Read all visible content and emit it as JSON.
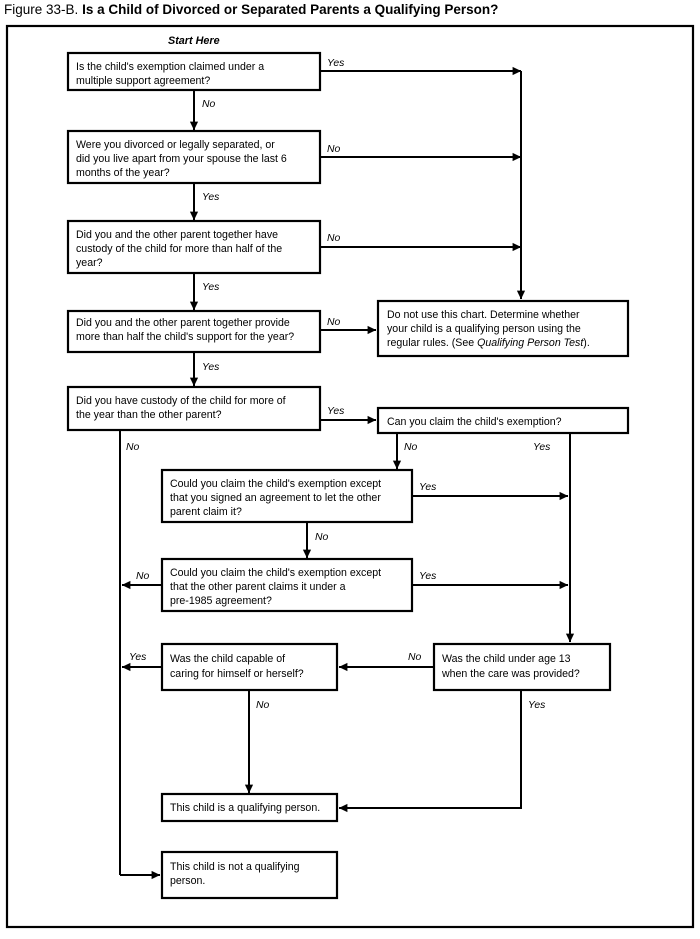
{
  "figure": {
    "number": "Figure 33-B.",
    "title": "Is a Child of Divorced or Separated Parents a Qualifying Person?"
  },
  "start_label": "Start Here",
  "chart_data": {
    "type": "diagram",
    "title": "Is a Child of Divorced or Separated Parents a Qualifying Person?",
    "nodes": [
      {
        "id": "q1",
        "kind": "decision",
        "lines": [
          "Is the child's exemption claimed under a",
          "multiple support agreement?"
        ]
      },
      {
        "id": "q2",
        "kind": "decision",
        "lines": [
          "Were you divorced or legally separated, or",
          "did you live apart from your spouse the last 6",
          "months of the year?"
        ]
      },
      {
        "id": "q3",
        "kind": "decision",
        "lines": [
          "Did you and the other parent together have",
          "custody of the child for more than half of the",
          "year?"
        ]
      },
      {
        "id": "q4",
        "kind": "decision",
        "lines": [
          "Did you and the other parent together provide",
          "more than half the child's support for the year?"
        ]
      },
      {
        "id": "q5",
        "kind": "decision",
        "lines": [
          "Did you have custody of the child for more of",
          "the year than the other parent?"
        ]
      },
      {
        "id": "r1",
        "kind": "terminal",
        "lines": [
          "Do not use this chart. Determine whether",
          "your child is a qualifying person using the",
          "regular rules. (See Qualifying Person Test)."
        ],
        "italic_run": "Qualifying Person Test"
      },
      {
        "id": "q6",
        "kind": "decision",
        "lines": [
          "Can you claim the child's exemption?"
        ]
      },
      {
        "id": "q7",
        "kind": "decision",
        "lines": [
          "Could you claim the child's exemption except",
          "that you signed an agreement to let the other",
          "parent claim it?"
        ]
      },
      {
        "id": "q8",
        "kind": "decision",
        "lines": [
          "Could you claim the child's exemption except",
          "that the other parent claims it under a",
          "pre-1985 agreement?"
        ]
      },
      {
        "id": "q9",
        "kind": "decision",
        "lines": [
          "Was the child under age 13",
          "when the care was provided?"
        ]
      },
      {
        "id": "q10",
        "kind": "decision",
        "lines": [
          "Was the child capable of",
          "caring for himself or herself?"
        ]
      },
      {
        "id": "r2",
        "kind": "terminal",
        "lines": [
          "This child is a qualifying person."
        ]
      },
      {
        "id": "r3",
        "kind": "terminal",
        "lines": [
          "This child is not a qualifying",
          "person."
        ]
      }
    ],
    "edges": [
      {
        "from": "q1",
        "to": "r1",
        "label": "Yes"
      },
      {
        "from": "q1",
        "to": "q2",
        "label": "No"
      },
      {
        "from": "q2",
        "to": "r1",
        "label": "No"
      },
      {
        "from": "q2",
        "to": "q3",
        "label": "Yes"
      },
      {
        "from": "q3",
        "to": "r1",
        "label": "No"
      },
      {
        "from": "q3",
        "to": "q4",
        "label": "Yes"
      },
      {
        "from": "q4",
        "to": "r1",
        "label": "No"
      },
      {
        "from": "q4",
        "to": "q5",
        "label": "Yes"
      },
      {
        "from": "q5",
        "to": "q6",
        "label": "Yes"
      },
      {
        "from": "q5",
        "to": "r3",
        "label": "No"
      },
      {
        "from": "q6",
        "to": "q7",
        "label": "No"
      },
      {
        "from": "q6",
        "to": "q9",
        "label": "Yes"
      },
      {
        "from": "q7",
        "to": "q9",
        "label": "Yes"
      },
      {
        "from": "q7",
        "to": "q8",
        "label": "No"
      },
      {
        "from": "q8",
        "to": "q9",
        "label": "Yes"
      },
      {
        "from": "q8",
        "to": "r3",
        "label": "No"
      },
      {
        "from": "q9",
        "to": "q10",
        "label": "No"
      },
      {
        "from": "q9",
        "to": "r2",
        "label": "Yes"
      },
      {
        "from": "q10",
        "to": "r3",
        "label": "Yes"
      },
      {
        "from": "q10",
        "to": "r2",
        "label": "No"
      }
    ],
    "edge_labels": {
      "q1_yes": "Yes",
      "q1_no": "No",
      "q2_no": "No",
      "q2_yes": "Yes",
      "q3_no": "No",
      "q3_yes": "Yes",
      "q4_no": "No",
      "q4_yes": "Yes",
      "q5_yes": "Yes",
      "q5_no": "No",
      "q6_no": "No",
      "q6_yes": "Yes",
      "q7_yes": "Yes",
      "q7_no": "No",
      "q8_no": "No",
      "q8_yes": "Yes",
      "q9_no": "No",
      "q9_yes": "Yes",
      "q10_yes": "Yes",
      "q10_no": "No"
    },
    "colors": {
      "line": "#000000",
      "box_fill": "#ffffff",
      "background": "#ffffff"
    }
  }
}
